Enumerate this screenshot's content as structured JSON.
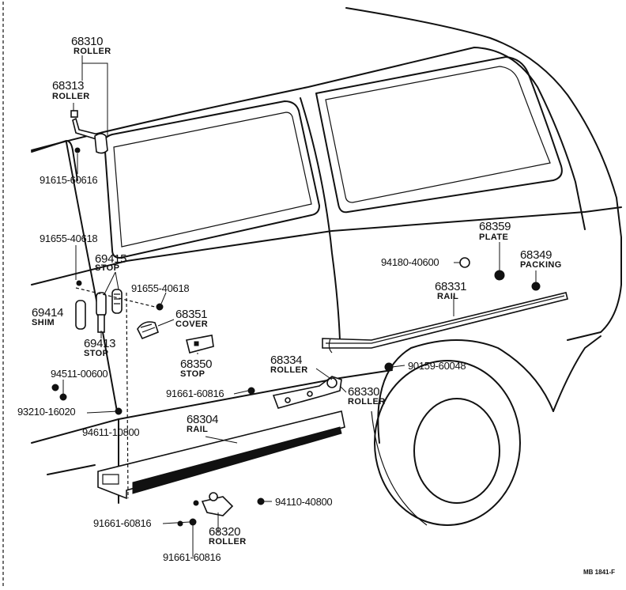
{
  "labels": {
    "p68310": {
      "number": "68310",
      "name": "ROLLER"
    },
    "p68313": {
      "number": "68313",
      "name": "ROLLER"
    },
    "p91615": {
      "number": "91615-60616"
    },
    "p91655a": {
      "number": "91655-40618"
    },
    "p69415": {
      "number": "69415",
      "name": "STOP"
    },
    "p91655b": {
      "number": "91655-40618"
    },
    "p69414": {
      "number": "69414",
      "name": "SHIM"
    },
    "p68351": {
      "number": "68351",
      "name": "COVER"
    },
    "p69413": {
      "number": "69413",
      "name": "STOP"
    },
    "p68350": {
      "number": "68350",
      "name": "STOP"
    },
    "p94511": {
      "number": "94511-00600"
    },
    "p93210": {
      "number": "93210-16020"
    },
    "p94611": {
      "number": "94611-10800"
    },
    "p68304": {
      "number": "68304",
      "name": "RAIL"
    },
    "p91661a": {
      "number": "91661-60816"
    },
    "p91661b": {
      "number": "91661-60816"
    },
    "p91661c": {
      "number": "91661-60816"
    },
    "p68320": {
      "number": "68320",
      "name": "ROLLER"
    },
    "p94110": {
      "number": "94110-40800"
    },
    "p68334": {
      "number": "68334",
      "name": "ROLLER"
    },
    "p68330": {
      "number": "68330",
      "name": "ROLLER"
    },
    "p90159": {
      "number": "90159-60048"
    },
    "p94180": {
      "number": "94180-40600"
    },
    "p68359": {
      "number": "68359",
      "name": "PLATE"
    },
    "p68349": {
      "number": "68349",
      "name": "PACKING"
    },
    "p68331": {
      "number": "68331",
      "name": "RAIL"
    }
  },
  "figure_ref": "MB 1841-F"
}
